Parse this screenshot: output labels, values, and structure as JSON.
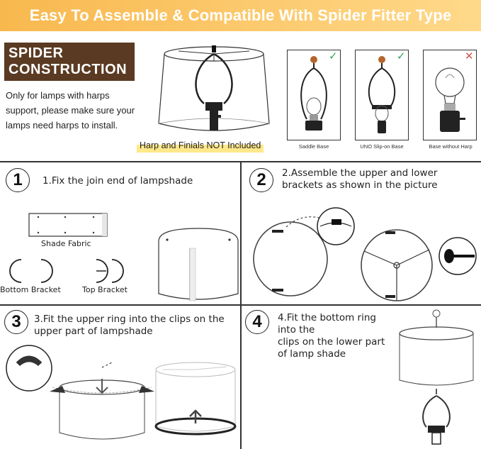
{
  "header": {
    "title": "Easy To Assemble & Compatible With Spider Fitter Type"
  },
  "spider": {
    "line1": "SPIDER",
    "line2": "CONSTRUCTION"
  },
  "lamp_note": [
    "Only for lamps with harps",
    "support, please make sure your",
    "lamps need harps to install."
  ],
  "harp_note": "Harp and Finials NOT Included",
  "bases": [
    {
      "label": "Saddle Base",
      "status": "✓",
      "status_color": "#3aa35a"
    },
    {
      "label": "UNO Slip-on Base",
      "status": "✓",
      "status_color": "#3aa35a"
    },
    {
      "label": "Base without Harp",
      "status": "✕",
      "status_color": "#d9534f"
    }
  ],
  "steps": [
    {
      "number": "1",
      "lines": [
        "1.Fix the join end of lampshade"
      ]
    },
    {
      "number": "2",
      "lines": [
        "2.Assemble the upper and lower",
        "brackets as shown in the picture"
      ]
    },
    {
      "number": "3",
      "lines": [
        "3.Fit the upper ring into the clips on the",
        "upper part of lampshade"
      ]
    },
    {
      "number": "4",
      "lines": [
        "4.Fit the bottom ring",
        "into the",
        "clips on the lower part",
        "of lamp shade"
      ]
    }
  ],
  "parts": {
    "shade_fabric": "Shade Fabric",
    "bottom_bracket": "Bottom Bracket",
    "top_bracket": "Top Bracket"
  },
  "colors": {
    "banner": "#f8b84e",
    "spider_box": "#5a3a22",
    "highlight": "#ffe88a"
  }
}
